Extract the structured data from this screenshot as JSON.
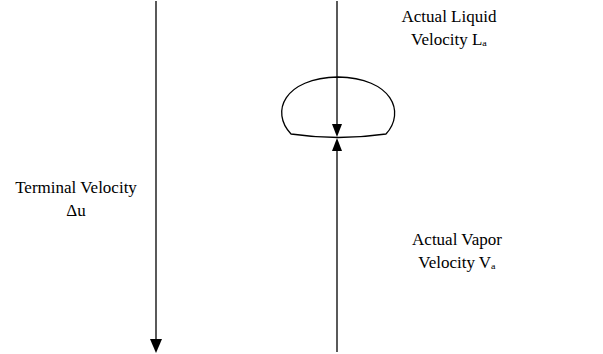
{
  "diagram": {
    "labels": [
      "Terminal Velocity Δu",
      "Actual Liquid Velocity Lₐ",
      "Actual Vapor Velocity Vₐ"
    ]
  }
}
